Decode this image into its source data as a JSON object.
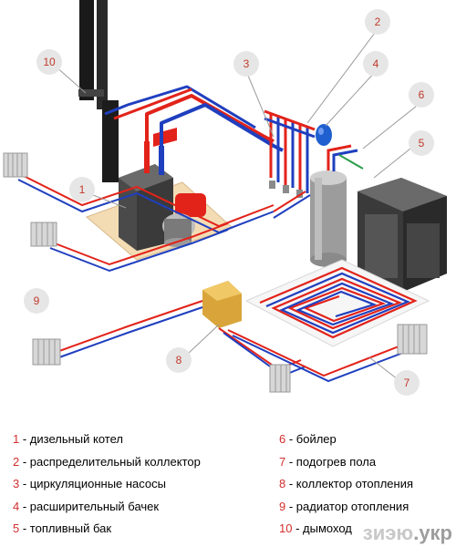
{
  "callouts": [
    {
      "id": "1",
      "label": "1"
    },
    {
      "id": "2",
      "label": "2"
    },
    {
      "id": "3",
      "label": "3"
    },
    {
      "id": "4",
      "label": "4"
    },
    {
      "id": "5",
      "label": "5"
    },
    {
      "id": "6",
      "label": "6"
    },
    {
      "id": "7",
      "label": "7"
    },
    {
      "id": "8",
      "label": "8"
    },
    {
      "id": "9",
      "label": "9"
    },
    {
      "id": "10",
      "label": "10"
    }
  ],
  "legend": {
    "left": [
      {
        "num": "1",
        "text": " - дизельный  котел"
      },
      {
        "num": "2",
        "text": " - распределительный коллектор"
      },
      {
        "num": "3",
        "text": " - циркуляционные насосы"
      },
      {
        "num": "4",
        "text": " - расширительный бачек"
      },
      {
        "num": "5",
        "text": " - топливный бак"
      }
    ],
    "right": [
      {
        "num": "6",
        "text": " - бойлер"
      },
      {
        "num": "7",
        "text": " - подогрев пола"
      },
      {
        "num": "8",
        "text": " - коллектор отопления"
      },
      {
        "num": "9",
        "text": " - радиатор отопления"
      },
      {
        "num": "10",
        "text": " - дымоход"
      }
    ]
  },
  "watermark": {
    "prefix": "зиэю",
    "suffix": ".укр"
  },
  "colors": {
    "supply": "#e2231a",
    "return": "#1f3fbf",
    "callout_fill": "#e6e6e6",
    "label": "#d32f2f"
  }
}
